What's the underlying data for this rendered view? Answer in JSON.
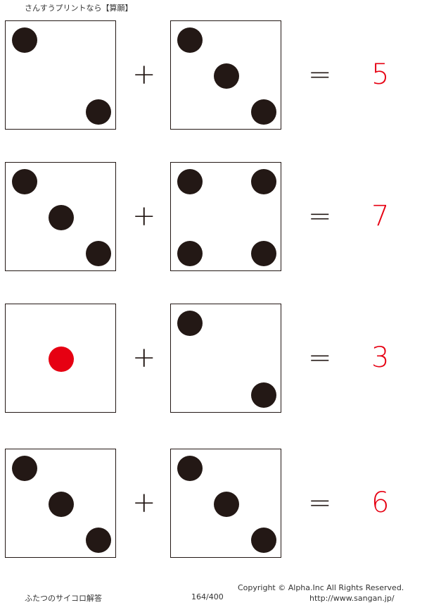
{
  "header": {
    "title": "さんすうプリントなら【算願】"
  },
  "problems": [
    {
      "left": {
        "pips": [
          "tl",
          "br"
        ],
        "color": "#231815"
      },
      "right": {
        "pips": [
          "tl",
          "c",
          "br"
        ],
        "color": "#231815"
      },
      "plus": "+",
      "equals": "=",
      "answer": "5"
    },
    {
      "left": {
        "pips": [
          "tl",
          "c",
          "br"
        ],
        "color": "#231815"
      },
      "right": {
        "pips": [
          "tl",
          "tr",
          "bl",
          "br"
        ],
        "color": "#231815"
      },
      "plus": "+",
      "equals": "=",
      "answer": "7"
    },
    {
      "left": {
        "pips": [
          "c"
        ],
        "color": "#e60012"
      },
      "right": {
        "pips": [
          "tl",
          "br"
        ],
        "color": "#231815"
      },
      "plus": "+",
      "equals": "=",
      "answer": "3"
    },
    {
      "left": {
        "pips": [
          "tl",
          "c",
          "br"
        ],
        "color": "#231815"
      },
      "right": {
        "pips": [
          "tl",
          "c",
          "br"
        ],
        "color": "#231815"
      },
      "plus": "+",
      "equals": "=",
      "answer": "6"
    }
  ],
  "footer": {
    "title": "ふたつのサイコロ解答",
    "page": "164/400",
    "copyright": "Copyright ©  Alpha.Inc All Rights Reserved.",
    "url": "http://www.sangan.jp/"
  },
  "colors": {
    "answer": "#e60012",
    "pip": "#231815"
  }
}
